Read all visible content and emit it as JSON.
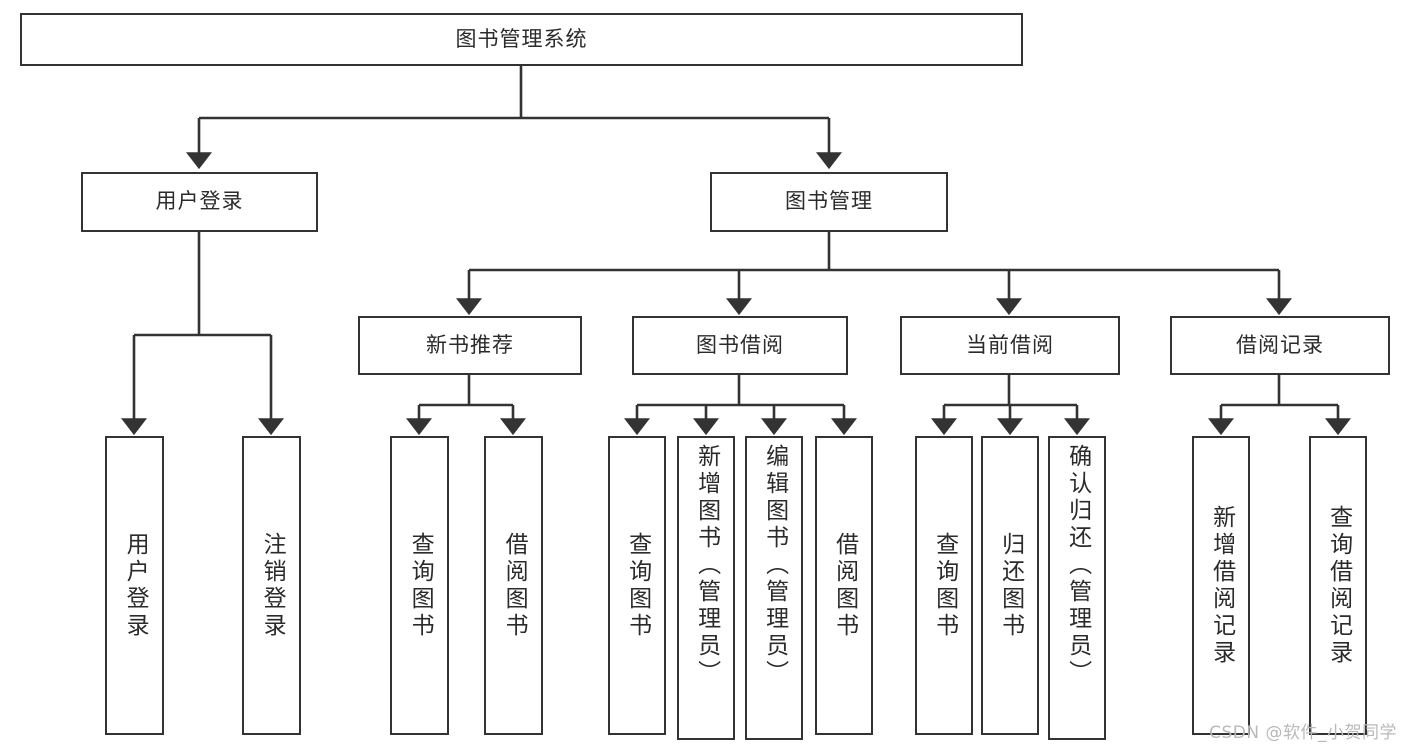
{
  "diagram": {
    "type": "tree",
    "title": "图书管理系统",
    "root": {
      "label": "图书管理系统"
    },
    "level2": [
      {
        "label": "用户登录"
      },
      {
        "label": "图书管理"
      }
    ],
    "level3": [
      {
        "label": "新书推荐"
      },
      {
        "label": "图书借阅"
      },
      {
        "label": "当前借阅"
      },
      {
        "label": "借阅记录"
      }
    ],
    "leaves": {
      "user_login": [
        {
          "label": "用户登录"
        },
        {
          "label": "注销登录"
        }
      ],
      "new_book_recommend": [
        {
          "label": "查询图书"
        },
        {
          "label": "借阅图书"
        }
      ],
      "book_borrow": [
        {
          "label": "查询图书"
        },
        {
          "label": "新增图书（管理员）"
        },
        {
          "label": "编辑图书（管理员）"
        },
        {
          "label": "借阅图书"
        }
      ],
      "current_borrow": [
        {
          "label": "查询图书"
        },
        {
          "label": "归还图书"
        },
        {
          "label": "确认归还（管理员）"
        }
      ],
      "borrow_record": [
        {
          "label": "新增借阅记录"
        },
        {
          "label": "查询借阅记录"
        }
      ]
    }
  },
  "watermark": {
    "text": "CSDN @软件_小贺同学"
  },
  "colors": {
    "stroke": "#333333",
    "text": "#2b2b2b",
    "background": "#ffffff",
    "watermark": "#b9b9b9"
  }
}
